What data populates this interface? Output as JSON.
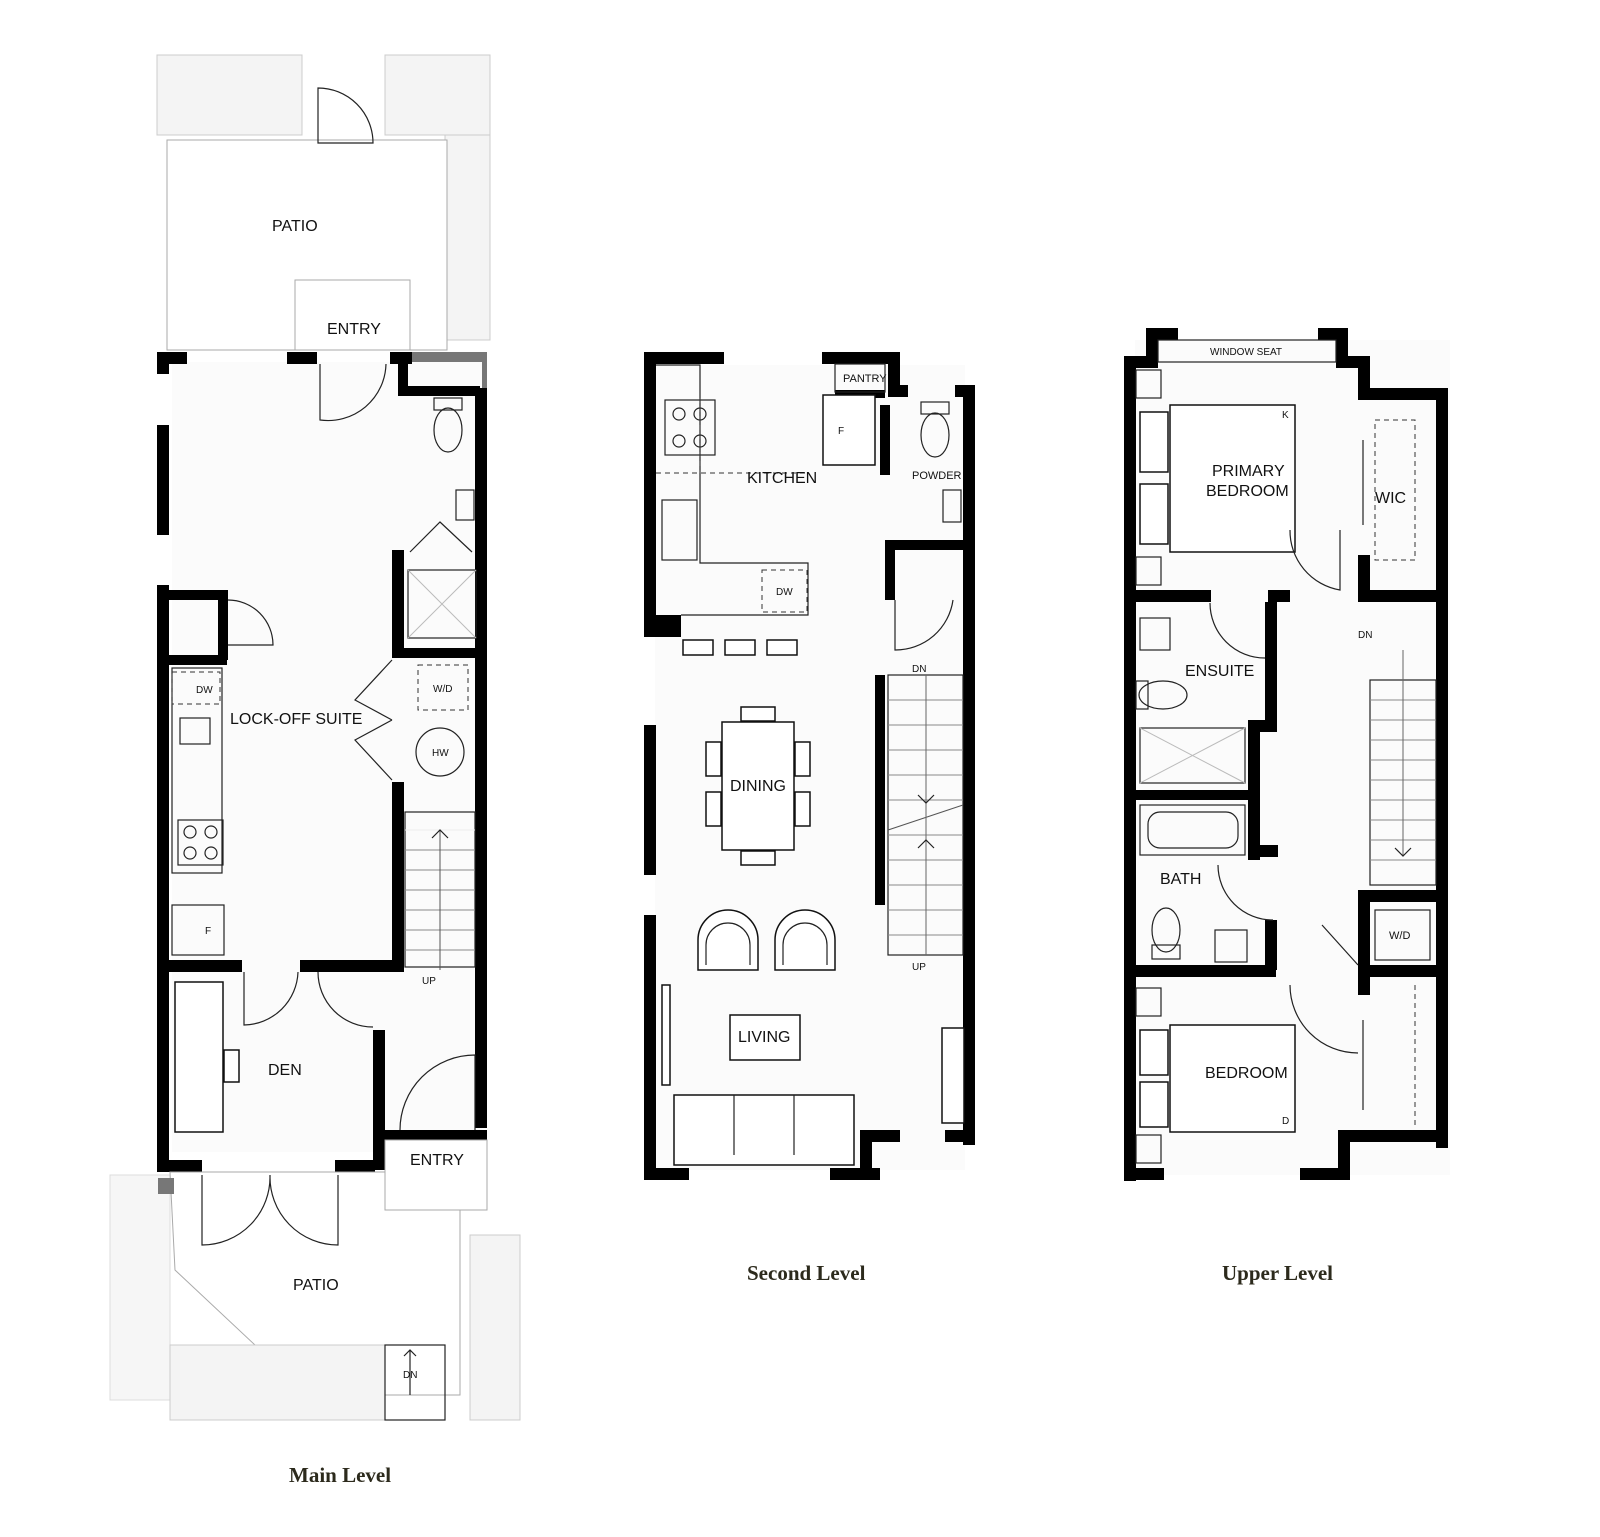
{
  "levels": {
    "main": {
      "caption": "Main Level",
      "rooms": {
        "patio_top": "PATIO",
        "entry_top": "ENTRY",
        "lockoff": "LOCK-OFF SUITE",
        "den": "DEN",
        "entry_bottom": "ENTRY",
        "patio_bottom": "PATIO"
      },
      "labels": {
        "dw": "DW",
        "f": "F",
        "wd": "W/D",
        "hw": "HW",
        "up": "UP",
        "dn": "DN"
      }
    },
    "second": {
      "caption": "Second Level",
      "rooms": {
        "kitchen": "KITCHEN",
        "pantry": "PANTRY",
        "powder": "POWDER",
        "dining": "DINING",
        "living": "LIVING"
      },
      "labels": {
        "f": "F",
        "dw": "DW",
        "dn": "DN",
        "up": "UP"
      }
    },
    "upper": {
      "caption": "Upper Level",
      "rooms": {
        "window_seat": "WINDOW SEAT",
        "primary_1": "PRIMARY",
        "primary_2": "BEDROOM",
        "wic": "WIC",
        "ensuite": "ENSUITE",
        "bath": "BATH",
        "bedroom": "BEDROOM",
        "wd": "W/D"
      },
      "labels": {
        "k": "K",
        "d": "D",
        "dn": "DN"
      }
    }
  }
}
